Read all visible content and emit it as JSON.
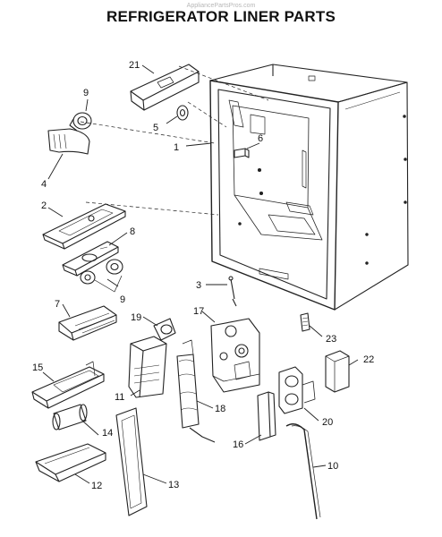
{
  "watermark": "AppliancePartsPros.com",
  "title": "REFRIGERATOR LINER PARTS",
  "callouts": {
    "c1": "1",
    "c2": "2",
    "c3": "3",
    "c4": "4",
    "c5": "5",
    "c6": "6",
    "c7": "7",
    "c8": "8",
    "c9a": "9",
    "c9b": "9",
    "c10": "10",
    "c11": "11",
    "c12": "12",
    "c13": "13",
    "c14": "14",
    "c15": "15",
    "c16": "16",
    "c17": "17",
    "c18": "18",
    "c19": "19",
    "c20": "20",
    "c21": "21",
    "c22": "22",
    "c23": "23"
  }
}
